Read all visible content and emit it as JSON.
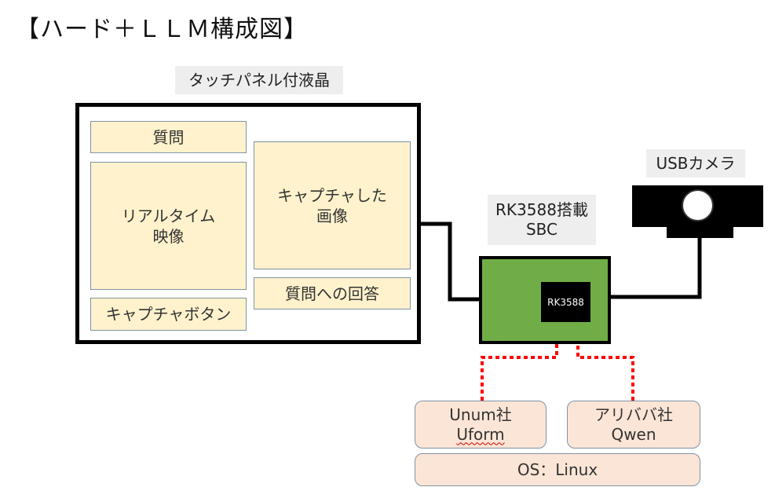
{
  "title": "【ハード＋ＬＬＭ構成図】",
  "panel": {
    "label": "タッチパネル付液晶",
    "cells": {
      "question": "質問",
      "realtime_line1": "リアルタイム",
      "realtime_line2": "映像",
      "capture_button": "キャプチャボタン",
      "captured_line1": "キャプチャした",
      "captured_line2": "画像",
      "answer": "質問への回答"
    }
  },
  "sbc": {
    "label_line1": "RK3588搭載",
    "label_line2": "SBC",
    "chip": "RK3588"
  },
  "camera": {
    "label": "USBカメラ"
  },
  "software": {
    "unum_line1": "Unum社",
    "unum_line2": "Uform",
    "alibaba_line1": "アリババ社",
    "alibaba_line2": "Qwen",
    "os": "OS：Linux"
  },
  "colors": {
    "panel_cell": "#fff2cc",
    "sbc_board": "#70ad47",
    "software_box": "#fbe5d6",
    "dashed_arrow": "#ff0000",
    "wire": "#000000"
  }
}
